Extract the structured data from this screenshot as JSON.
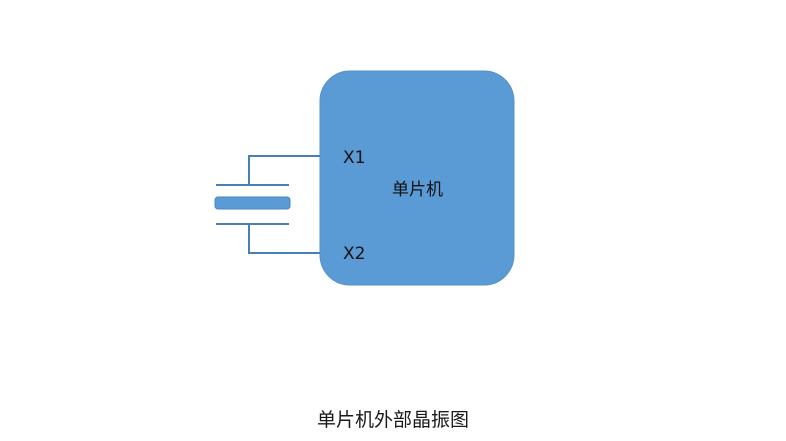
{
  "diagram": {
    "mcu": {
      "label": "单片机",
      "fill_color": "#5b9bd5",
      "pins": [
        {
          "name": "X1"
        },
        {
          "name": "X2"
        }
      ]
    },
    "crystal": {
      "component": "crystal-oscillator",
      "color": "#4a7eb8"
    },
    "wire_color": "#4a7eb8"
  },
  "caption": "单片机外部晶振图"
}
